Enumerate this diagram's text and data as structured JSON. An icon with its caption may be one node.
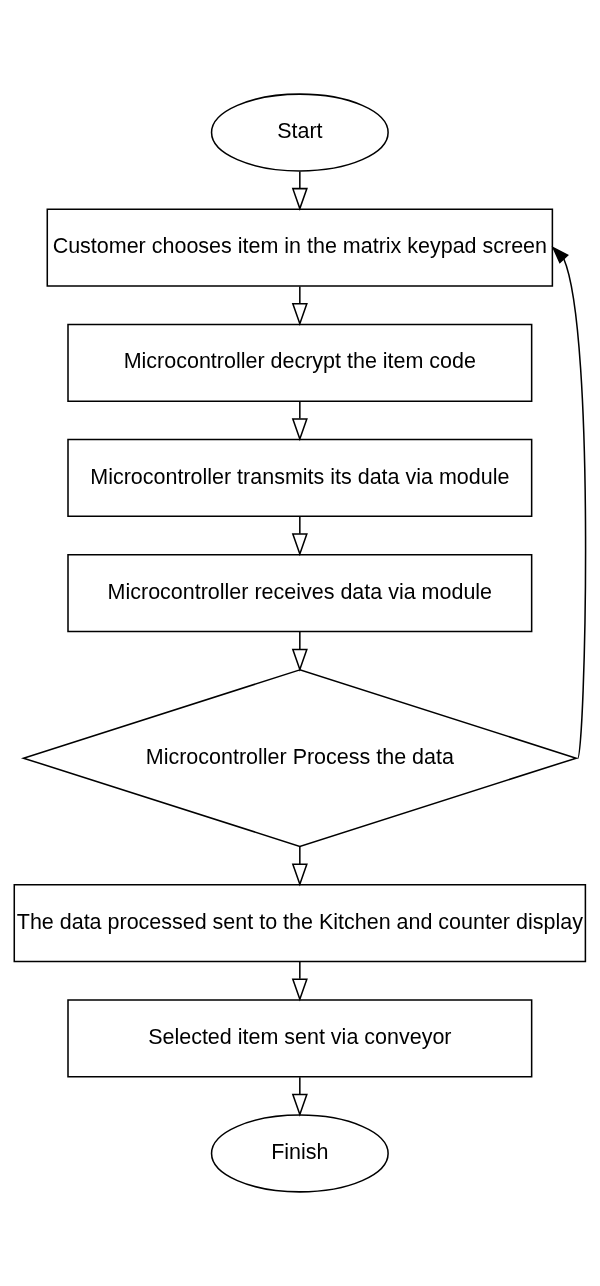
{
  "diagram": {
    "nodes": [
      {
        "text": [
          "Start"
        ]
      },
      {
        "text": [
          "Customer chooses item in the matrix keypad screen"
        ]
      },
      {
        "text": [
          "Microcontroller decrypt the item code"
        ]
      },
      {
        "text": [
          "Microcontroller transmits its data via module"
        ]
      },
      {
        "text": [
          "Microcontroller receives data via module"
        ]
      },
      {
        "text": [
          "Microcontroller Process the data"
        ]
      },
      {
        "text": [
          "The data processed sent to the Kitchen and counter display"
        ]
      },
      {
        "text": [
          "Selected item sent via conveyor"
        ]
      },
      {
        "text": [
          "Finish"
        ]
      }
    ],
    "edges": [
      {
        "from": 0,
        "to": 1,
        "arrow": "to"
      },
      {
        "from": 1,
        "to": 2,
        "arrow": "to"
      },
      {
        "from": 2,
        "to": 3,
        "arrow": "to"
      },
      {
        "from": 3,
        "to": 4,
        "arrow": "to"
      },
      {
        "from": 4,
        "to": 5,
        "arrow": "to"
      },
      {
        "from": 5,
        "to": 6,
        "arrow": "to"
      },
      {
        "from": 6,
        "to": 7,
        "arrow": "to"
      },
      {
        "from": 7,
        "to": 8,
        "arrow": "to"
      },
      {
        "from": 5,
        "to": 1,
        "arrow": "to"
      }
    ]
  }
}
